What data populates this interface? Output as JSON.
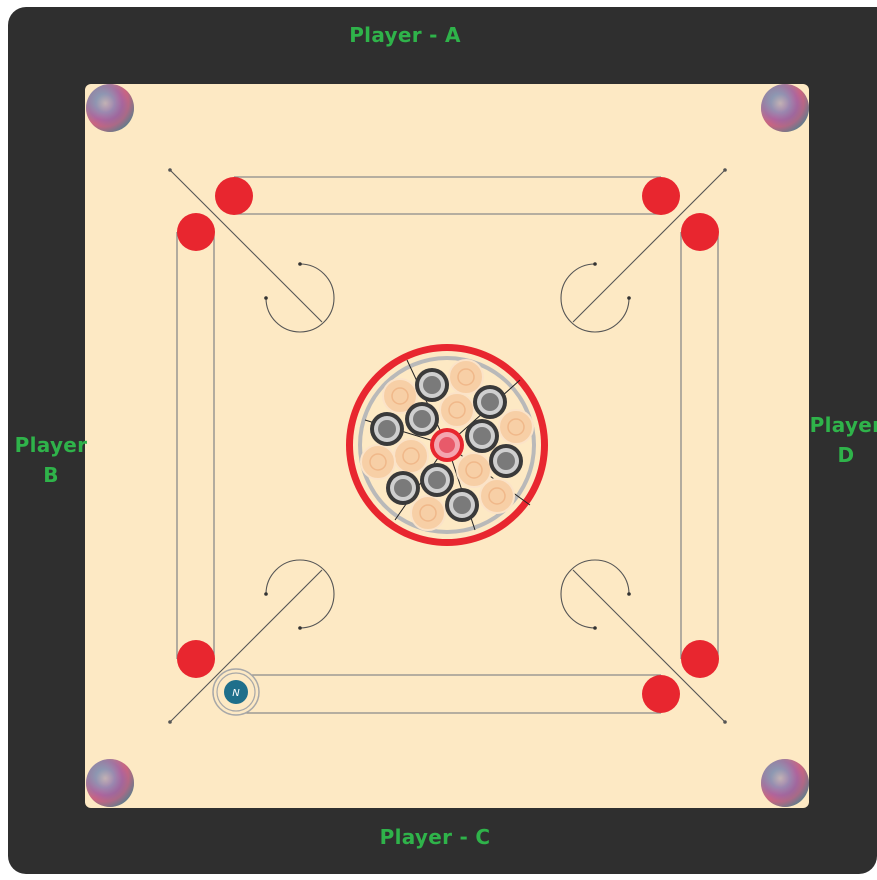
{
  "players": {
    "a": "Player - A",
    "b_line1": "Player",
    "b_line2": "B",
    "c": "Player - C",
    "d_line1": "Player",
    "d_line2": "D"
  },
  "striker": {
    "label": "N"
  },
  "colors": {
    "frame": "#2f2f2f",
    "board": "#fde9c4",
    "label": "#2fb34a",
    "red": "#e8262f",
    "black_coin": "#3a3a3a",
    "white_coin": "#f7cfa6",
    "queen": "#e8262f",
    "striker": "#1f6f8b"
  },
  "pieces": {
    "black_coins": 9,
    "white_coins": 9,
    "queen": 1,
    "striker": 1,
    "pockets": 4
  }
}
